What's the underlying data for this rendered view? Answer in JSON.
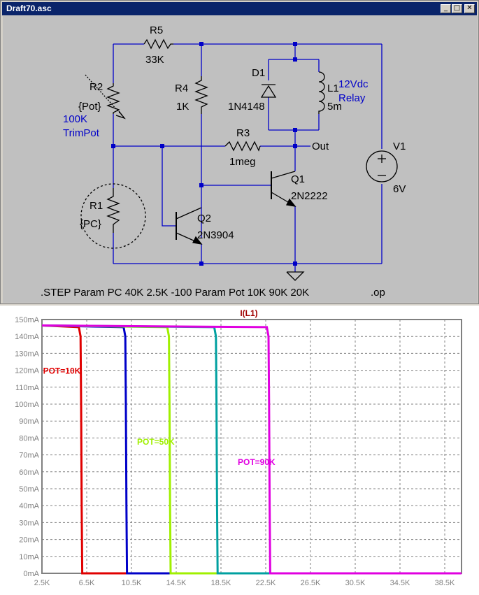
{
  "window": {
    "title": "Draft70.asc",
    "minimize": "_",
    "maximize": "□",
    "close": "✕"
  },
  "schematic": {
    "r5": {
      "name": "R5",
      "value": "33K"
    },
    "r2": {
      "name": "R2",
      "value": "{Pot}",
      "note1": "100K",
      "note2": "TrimPot"
    },
    "r4": {
      "name": "R4",
      "value": "1K"
    },
    "d1": {
      "name": "D1",
      "value": "1N4148"
    },
    "l1": {
      "name": "L1",
      "value": "5m",
      "note1": "12Vdc",
      "note2": "Relay"
    },
    "r3": {
      "name": "R3",
      "value": "1meg"
    },
    "out": "Out",
    "v1": {
      "name": "V1",
      "value": "6V"
    },
    "q1": {
      "name": "Q1",
      "value": "2N2222"
    },
    "q2": {
      "name": "Q2",
      "value": "2N3904"
    },
    "r1": {
      "name": "R1",
      "value": "{PC}"
    },
    "directive_step": ".STEP Param PC 40K 2.5K  -100 Param Pot 10K 90K 20K",
    "directive_op": ".op",
    "colors": {
      "wire": "#0000c8",
      "component": "#000000",
      "note": "#0000c8",
      "junction": "#0000c8"
    }
  },
  "chart_data": {
    "type": "line",
    "title": "I(L1)",
    "xlabel": "",
    "ylabel": "",
    "xlim": [
      2500,
      40000
    ],
    "ylim": [
      0,
      150
    ],
    "x_ticks": [
      "2.5K",
      "6.5K",
      "10.5K",
      "14.5K",
      "18.5K",
      "22.5K",
      "26.5K",
      "30.5K",
      "34.5K",
      "38.5K"
    ],
    "y_ticks": [
      "0mA",
      "10mA",
      "20mA",
      "30mA",
      "40mA",
      "50mA",
      "60mA",
      "70mA",
      "80mA",
      "90mA",
      "100mA",
      "110mA",
      "120mA",
      "130mA",
      "140mA",
      "150mA"
    ],
    "grid": true,
    "series": [
      {
        "name": "POT=10K",
        "color": "#e00000",
        "label_shown": true,
        "x": [
          2500,
          5800,
          5950,
          6000,
          6050,
          6100,
          40000
        ],
        "y": [
          146.5,
          145.5,
          140,
          100,
          40,
          0,
          0
        ]
      },
      {
        "name": "",
        "color": "#0000c8",
        "label_shown": false,
        "x": [
          2500,
          9800,
          9950,
          10000,
          10050,
          10100,
          40000
        ],
        "y": [
          146.5,
          145.5,
          140,
          100,
          40,
          0,
          0
        ]
      },
      {
        "name": "POT=50K",
        "color": "#a0f000",
        "label_shown": true,
        "x": [
          2500,
          13700,
          13850,
          13900,
          13950,
          14000,
          40000
        ],
        "y": [
          146.5,
          145.5,
          140,
          100,
          40,
          0,
          0
        ]
      },
      {
        "name": "",
        "color": "#00a0a0",
        "label_shown": false,
        "x": [
          2500,
          17900,
          18050,
          18100,
          18150,
          18200,
          40000
        ],
        "y": [
          146.5,
          145.5,
          140,
          100,
          40,
          0,
          0
        ]
      },
      {
        "name": "POT=90K",
        "color": "#e000e0",
        "label_shown": true,
        "x": [
          2500,
          22600,
          22750,
          22800,
          22850,
          22900,
          40000
        ],
        "y": [
          146.5,
          145.5,
          140,
          100,
          40,
          0,
          0
        ]
      }
    ]
  }
}
